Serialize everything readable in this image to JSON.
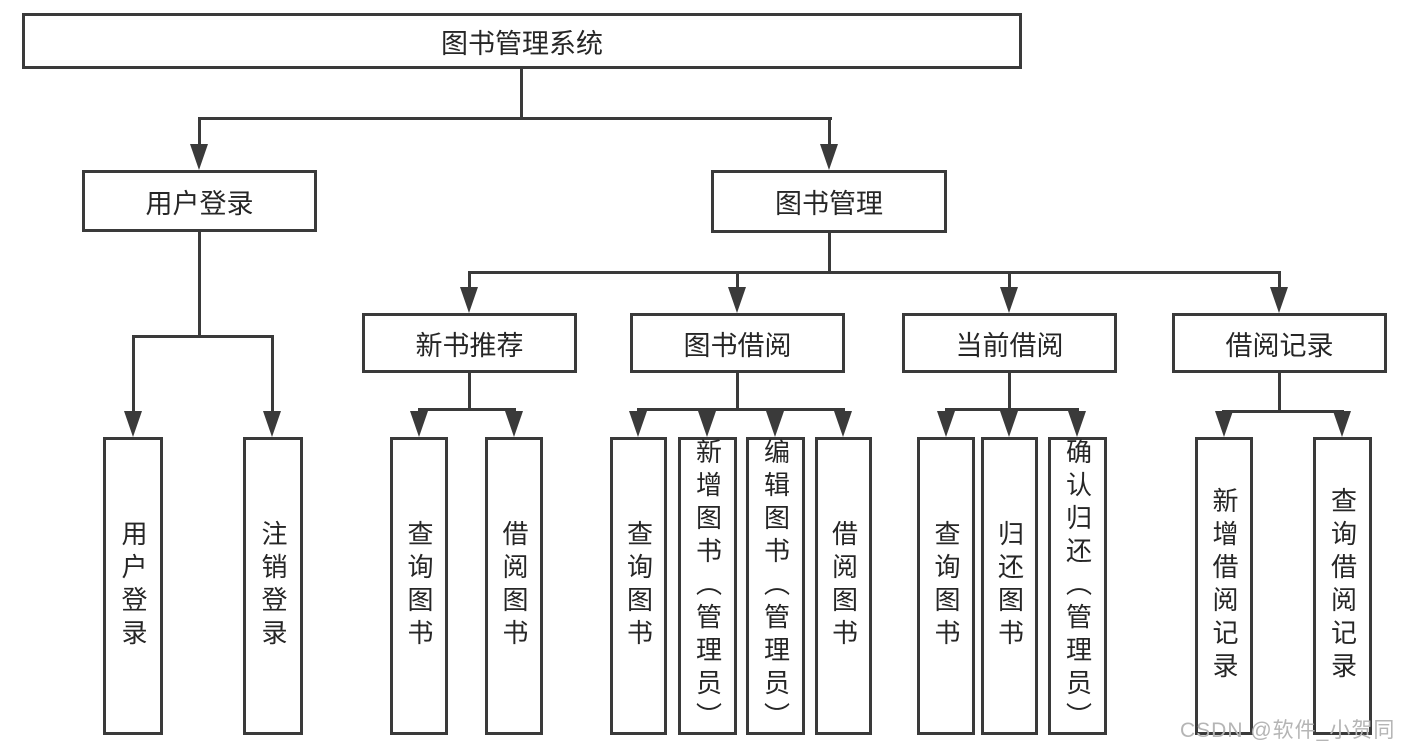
{
  "diagram_type": "hierarchy-tree",
  "tree": {
    "label": "图书管理系统",
    "children": [
      {
        "label": "用户登录",
        "children": [
          {
            "label": "用户登录"
          },
          {
            "label": "注销登录"
          }
        ]
      },
      {
        "label": "图书管理",
        "children": [
          {
            "label": "新书推荐",
            "children": [
              {
                "label": "查询图书"
              },
              {
                "label": "借阅图书"
              }
            ]
          },
          {
            "label": "图书借阅",
            "children": [
              {
                "label": "查询图书"
              },
              {
                "label": "新增图书（管理员）"
              },
              {
                "label": "编辑图书（管理员）"
              },
              {
                "label": "借阅图书"
              }
            ]
          },
          {
            "label": "当前借阅",
            "children": [
              {
                "label": "查询图书"
              },
              {
                "label": "归还图书"
              },
              {
                "label": "确认归还（管理员）"
              }
            ]
          },
          {
            "label": "借阅记录",
            "children": [
              {
                "label": "新增借阅记录"
              },
              {
                "label": "查询借阅记录"
              }
            ]
          }
        ]
      }
    ]
  },
  "watermark": "CSDN @软件_小贺同学",
  "colors": {
    "line": "#3a3a3a",
    "text": "#262626",
    "background": "#ffffff",
    "watermark": "#b5b5b5"
  }
}
